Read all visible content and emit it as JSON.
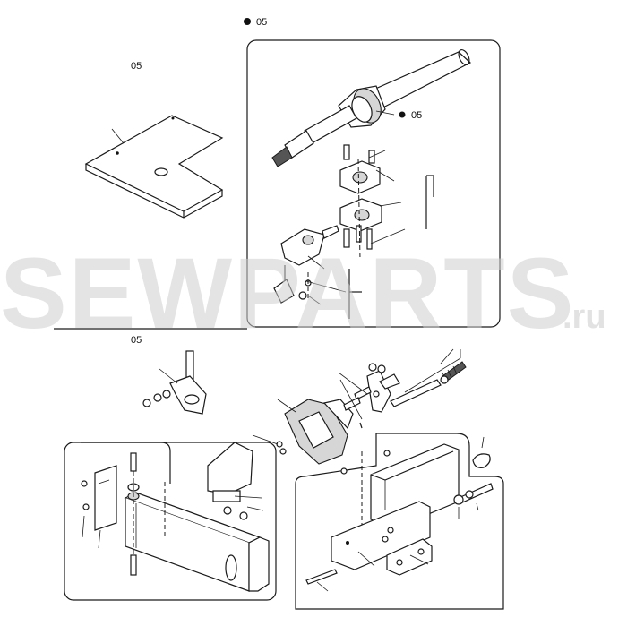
{
  "labels": {
    "top_ref": "05",
    "plate_ref": "05",
    "shaft_ref": "05",
    "lower_ref": "05"
  },
  "watermark": {
    "main": "SEWPARTS",
    "suffix": ".ru"
  },
  "colors": {
    "line": "#1a1a1a",
    "watermark": "#cfcfcf"
  }
}
